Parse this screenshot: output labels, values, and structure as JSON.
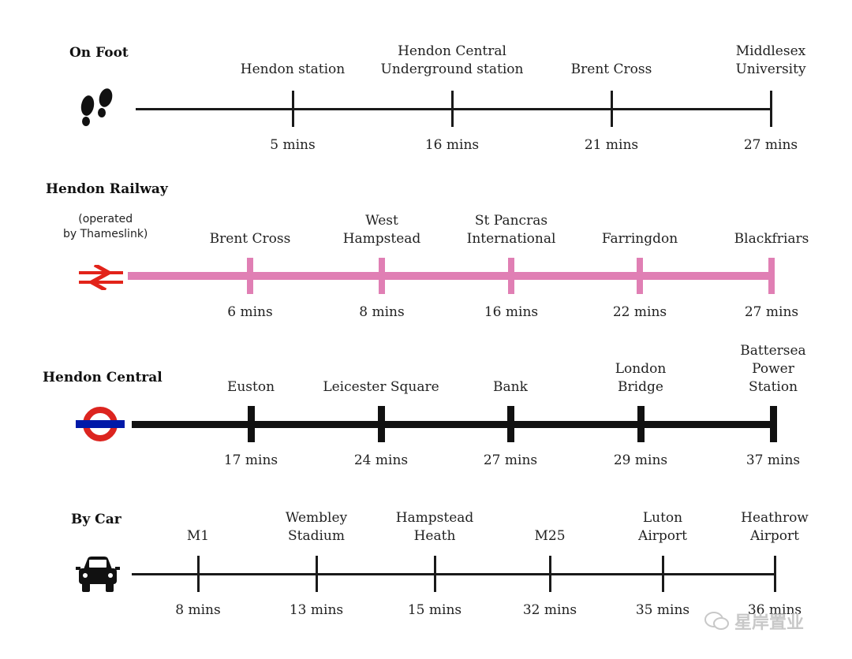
{
  "rows": [
    {
      "title": "On Foot",
      "icon": "footprints-icon",
      "color": "#1a1a1a",
      "stops": [
        {
          "name": "Hendon station",
          "time": "5 mins"
        },
        {
          "name": "Hendon Central\nUnderground station",
          "time": "16 mins"
        },
        {
          "name": "Brent Cross",
          "time": "21 mins"
        },
        {
          "name": "Middlesex\nUniversity",
          "time": "27 mins"
        }
      ]
    },
    {
      "title": "Hendon Railway",
      "note": "(operated\nby Thameslink)",
      "icon": "national-rail-icon",
      "color": "#e07fb4",
      "stops": [
        {
          "name": "Brent Cross",
          "time": "6 mins"
        },
        {
          "name": "West\nHampstead",
          "time": "8 mins"
        },
        {
          "name": "St Pancras\nInternational",
          "time": "16 mins"
        },
        {
          "name": "Farringdon",
          "time": "22 mins"
        },
        {
          "name": "Blackfriars",
          "time": "27 mins"
        }
      ]
    },
    {
      "title": "Hendon Central",
      "icon": "underground-roundel-icon",
      "color": "#111111",
      "stops": [
        {
          "name": "Euston",
          "time": "17 mins"
        },
        {
          "name": "Leicester Square",
          "time": "24 mins"
        },
        {
          "name": "Bank",
          "time": "27 mins"
        },
        {
          "name": "London\nBridge",
          "time": "29 mins"
        },
        {
          "name": "Battersea\nPower Station",
          "time": "37 mins"
        }
      ]
    },
    {
      "title": "By Car",
      "icon": "car-icon",
      "color": "#1a1a1a",
      "stops": [
        {
          "name": "M1",
          "time": "8 mins"
        },
        {
          "name": "Wembley\nStadium",
          "time": "13 mins"
        },
        {
          "name": "Hampstead\nHeath",
          "time": "15 mins"
        },
        {
          "name": "M25",
          "time": "32 mins"
        },
        {
          "name": "Luton\nAirport",
          "time": "35 mins"
        },
        {
          "name": "Heathrow\nAirport",
          "time": "36 mins"
        }
      ]
    }
  ],
  "colors": {
    "rail_red": "#e2231a",
    "tube_red": "#dc241f",
    "tube_blue": "#0019a8"
  },
  "watermark": "星岸置业"
}
